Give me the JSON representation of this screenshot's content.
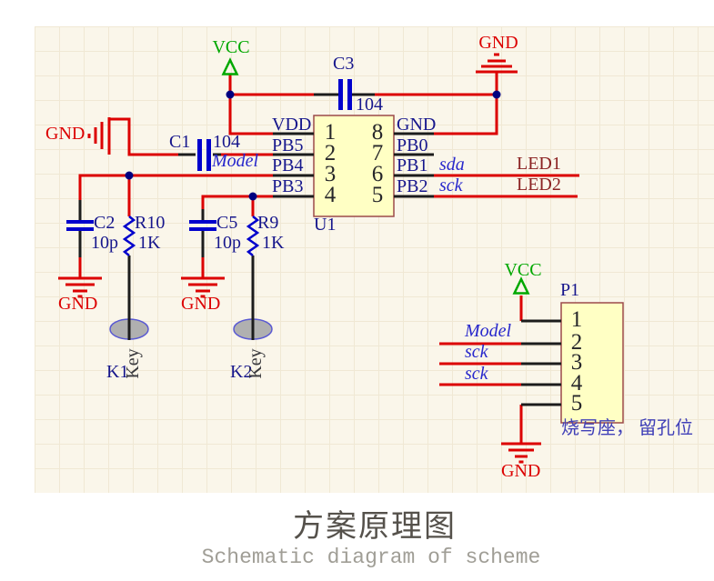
{
  "page": {
    "title_zh": "方案原理图",
    "title_en": "Schematic diagram of scheme"
  },
  "nets": {
    "vcc": "VCC",
    "gnd": "GND",
    "led1": "LED1",
    "led2": "LED2"
  },
  "components": {
    "u1": {
      "ref": "U1",
      "pins_left": [
        {
          "num": "1",
          "name": "VDD"
        },
        {
          "num": "2",
          "name": "PB5"
        },
        {
          "num": "3",
          "name": "PB4"
        },
        {
          "num": "4",
          "name": "PB3"
        }
      ],
      "pins_right": [
        {
          "num": "8",
          "name": "GND"
        },
        {
          "num": "7",
          "name": "PB0"
        },
        {
          "num": "6",
          "name": "PB1",
          "net": "sda"
        },
        {
          "num": "5",
          "name": "PB2",
          "net": "sck"
        }
      ]
    },
    "p1": {
      "ref": "P1",
      "pins": [
        "1",
        "2",
        "3",
        "4",
        "5"
      ],
      "side_nets": [
        "Model",
        "sck",
        "sck"
      ],
      "note": "烧写座， 留孔位"
    },
    "c1": {
      "ref": "C1",
      "value": "104",
      "net": "Model"
    },
    "c2": {
      "ref": "C2",
      "value": "10p"
    },
    "c3": {
      "ref": "C3",
      "value": "104"
    },
    "c5": {
      "ref": "C5",
      "value": "10p"
    },
    "r10": {
      "ref": "R10",
      "value": "1K"
    },
    "r9": {
      "ref": "R9",
      "value": "1K"
    },
    "k1": {
      "ref": "K1",
      "value": "Key"
    },
    "k2": {
      "ref": "K2",
      "value": "Key"
    }
  },
  "colors": {
    "wire_red": "#dc0000",
    "pin_black": "#1c1c1c",
    "symbol_blue": "#0000cc",
    "junction_navy": "#000080",
    "text_navy": "#16168c",
    "net_blue": "#2828cc",
    "dark_red": "#8b2222",
    "power_green": "#00a800",
    "annotation_blue": "#4040b8",
    "chip_fill": "#ffffc4",
    "chip_border": "#9c4a4a",
    "key_fill": "#b0b0b0",
    "key_stroke": "#5a5ad2",
    "sheet_bg": "#faf6ea",
    "grid_line": "#f0e8d4",
    "title_color": "#55514b",
    "subtitle_color": "#a09e96"
  }
}
